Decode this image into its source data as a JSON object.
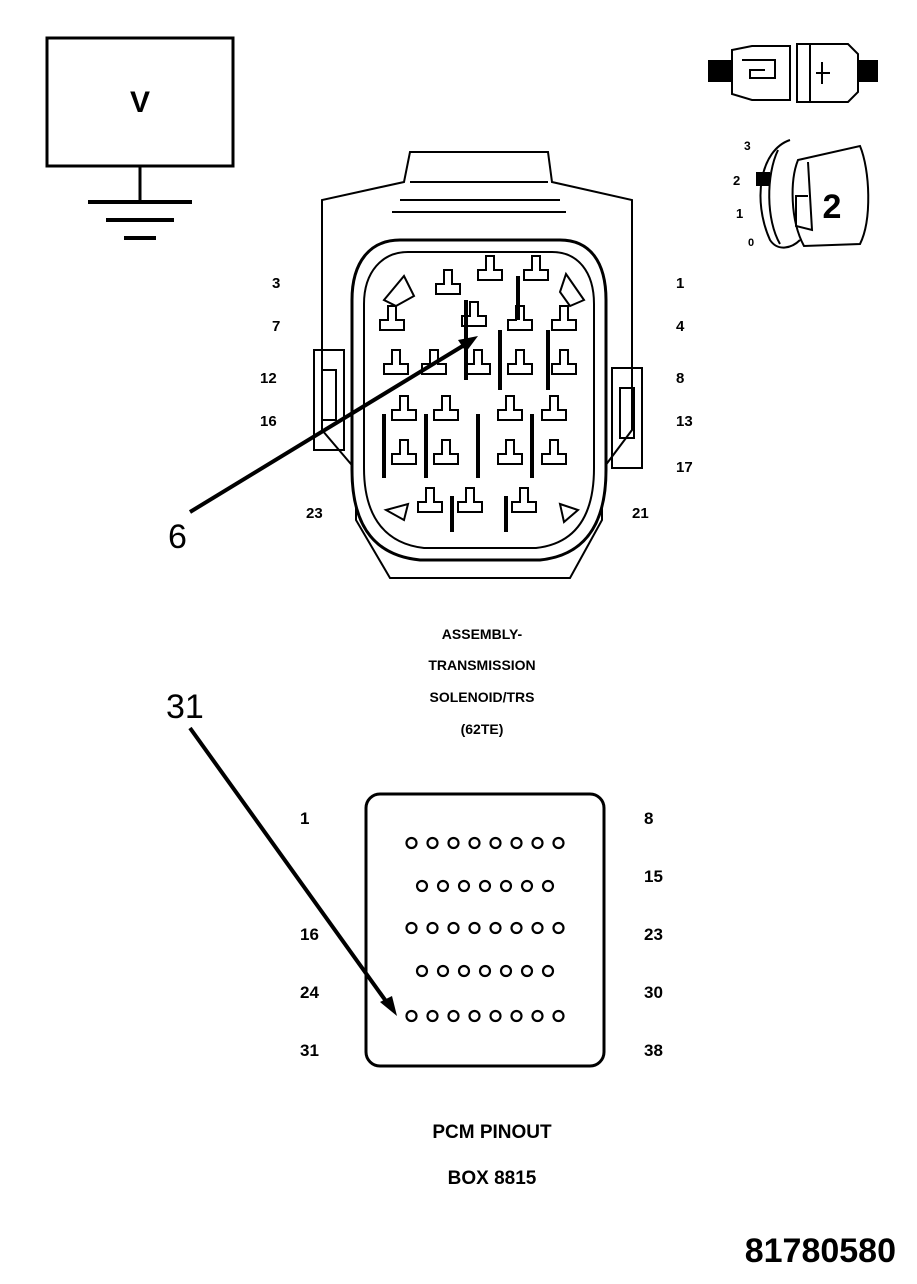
{
  "voltmeter": {
    "symbol": "V"
  },
  "ignition": {
    "positions": [
      "3",
      "2",
      "1",
      "0"
    ],
    "key_position": "2"
  },
  "connector_labels": {
    "left": [
      "3",
      "7",
      "12",
      "16",
      "23"
    ],
    "right": [
      "1",
      "4",
      "8",
      "13",
      "17",
      "21"
    ]
  },
  "callouts": {
    "connector_pin": "6",
    "pcm_pin": "31"
  },
  "connector_caption": [
    "ASSEMBLY-",
    "TRANSMISSION",
    "SOLENOID/TRS",
    "(62TE)"
  ],
  "pcm": {
    "left_labels": [
      "1",
      "16",
      "24",
      "31"
    ],
    "right_labels": [
      "8",
      "15",
      "23",
      "30",
      "38"
    ],
    "row_counts": [
      8,
      7,
      8,
      7,
      8
    ],
    "caption": [
      "PCM PINOUT",
      "BOX 8815"
    ]
  },
  "figure_id": "81780580"
}
